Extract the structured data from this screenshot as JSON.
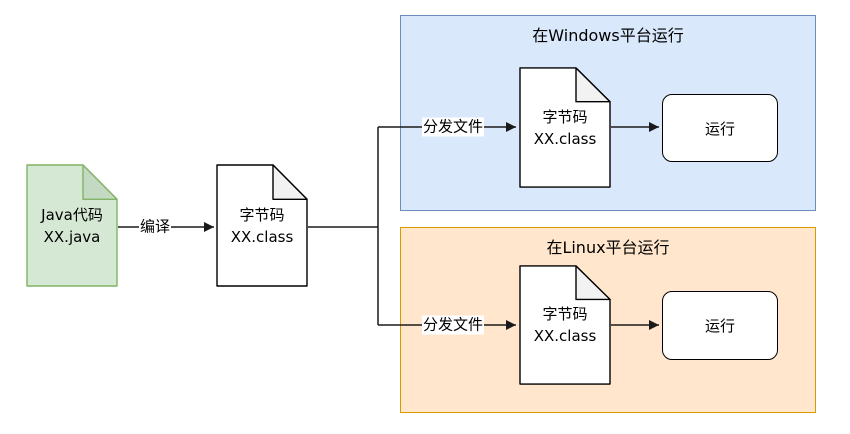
{
  "groups": {
    "windows": {
      "title": "在Windows平台运行"
    },
    "linux": {
      "title": "在Linux平台运行"
    }
  },
  "nodes": {
    "java_source": {
      "line1": "Java代码",
      "line2": "XX.java"
    },
    "bytecode_main": {
      "line1": "字节码",
      "line2": "XX.class"
    },
    "bytecode_windows": {
      "line1": "字节码",
      "line2": "XX.class"
    },
    "bytecode_linux": {
      "line1": "字节码",
      "line2": "XX.class"
    },
    "run_windows": {
      "label": "运行"
    },
    "run_linux": {
      "label": "运行"
    }
  },
  "edges": {
    "compile": {
      "label": "编译"
    },
    "distribute_windows": {
      "label": "分发文件"
    },
    "distribute_linux": {
      "label": "分发文件"
    }
  },
  "colors": {
    "canvas_background": "#ffffff",
    "java_source_fill": "#d5e8d4",
    "java_source_border": "#82b366",
    "java_source_fold": "#c3d9c1",
    "document_fill": "#ffffff",
    "document_border": "#000000",
    "document_fold": "#f2f2f2",
    "windows_group_fill": "#dae8fc",
    "windows_group_border": "#6c8ebf",
    "linux_group_fill": "#ffe6cc",
    "linux_group_border": "#d79b00",
    "connector": "#1a1a1a"
  }
}
